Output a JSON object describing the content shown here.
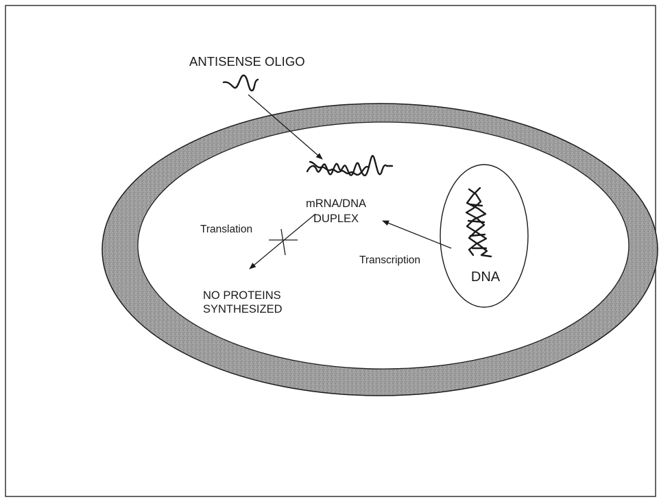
{
  "diagram": {
    "labels": {
      "antisense_oligo": "ANTISENSE OLIGO",
      "duplex_line1": "mRNA/DNA",
      "duplex_line2": "DUPLEX",
      "translation": "Translation",
      "transcription": "Transcription",
      "no_proteins_line1": "NO PROTEINS",
      "no_proteins_line2": "SYNTHESIZED",
      "dna": "DNA"
    },
    "colors": {
      "membrane": "#9a9a9a",
      "cytoplasm": "#ffffff",
      "ink": "#1a1a1a",
      "frame": "#333333"
    }
  }
}
